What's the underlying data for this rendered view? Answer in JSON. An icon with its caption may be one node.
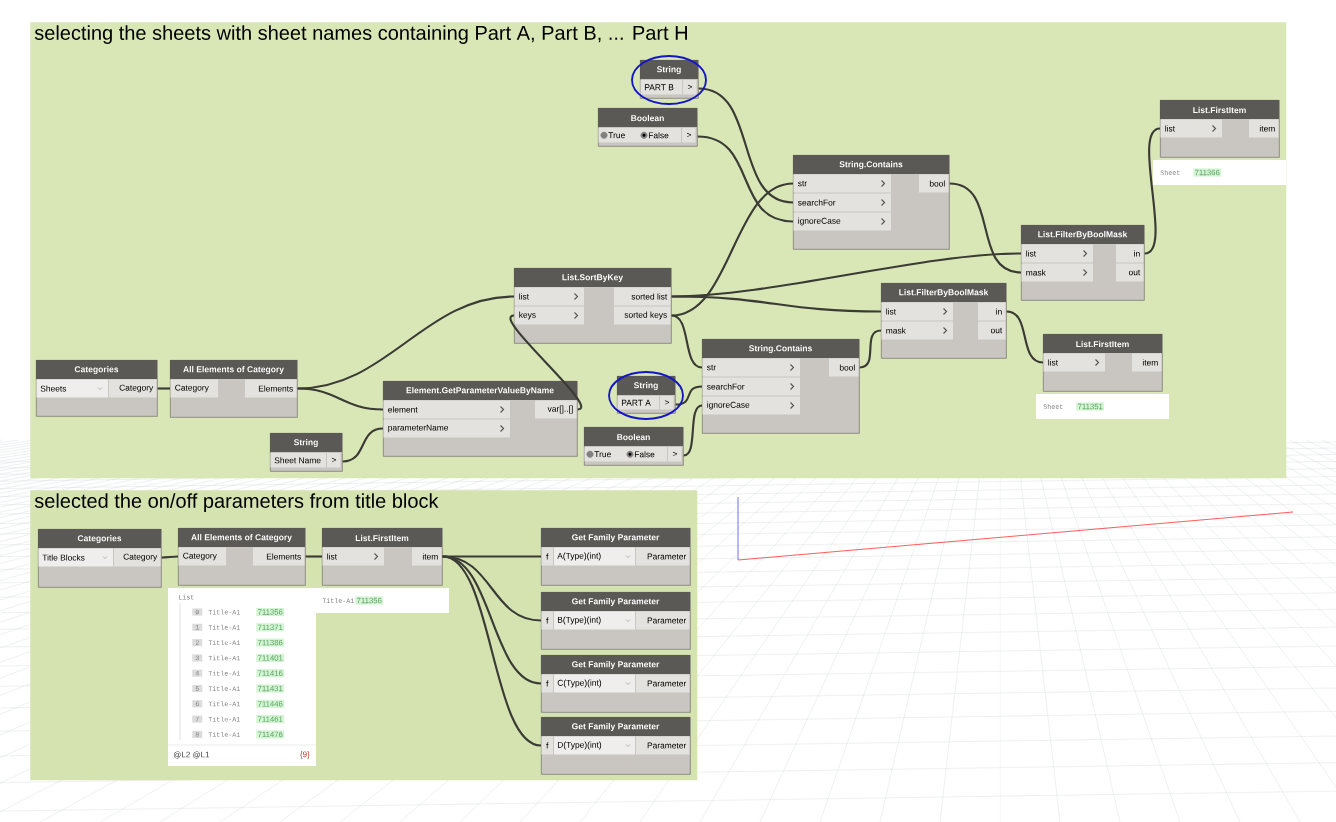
{
  "diagram": {
    "nodes": [
      {
        "text": [
          "selecting the sheets with sheet names containing Part A, Part B, ... Part H"
        ]
      },
      {
        "text": [
          "selected the on/off parameters from title block"
        ]
      },
      {
        "text": [
          "String",
          "PART B",
          ">"
        ],
        "in": 0
      },
      {
        "text": [
          "Boolean",
          "True",
          "False",
          ">"
        ],
        "in": 0
      },
      {
        "text": [
          "String.Contains",
          "str",
          "searchFor",
          "ignoreCase",
          "bool"
        ],
        "in": 0
      },
      {
        "text": [
          "List.FirstItem",
          "list",
          "item"
        ],
        "beside": [
          "Sheet",
          "711366"
        ],
        "in": 0
      },
      {
        "text": [
          "List.FilterByBoolMask",
          "list",
          "mask",
          "in",
          "out"
        ],
        "in": 0
      },
      {
        "text": [
          "List.SortByKey",
          "list",
          "keys",
          "sorted list",
          "sorted keys"
        ],
        "in": 0
      },
      {
        "text": [
          "List.FilterByBoolMask",
          "list",
          "mask",
          "in",
          "out"
        ],
        "in": 0
      },
      {
        "text": [
          "String.Contains",
          "str",
          "searchFor",
          "ignoreCase",
          "bool"
        ],
        "in": 0
      },
      {
        "text": [
          "List.FirstItem",
          "list",
          "item"
        ],
        "beside": [
          "Sheet",
          "711351"
        ],
        "in": 0
      },
      {
        "text": [
          "Categories",
          "Sheets",
          "Category"
        ],
        "in": 0
      },
      {
        "text": [
          "All Elements of Category",
          "Category",
          "Elements"
        ],
        "in": 0
      },
      {
        "text": [
          "Element.GetParameterValueByName",
          "element",
          "parameterName",
          "var[]..[]"
        ],
        "in": 0
      },
      {
        "text": [
          "String",
          "PART A",
          ">"
        ],
        "in": 0
      },
      {
        "text": [
          "String",
          "Sheet Name",
          ">"
        ],
        "in": 0
      },
      {
        "text": [
          "Boolean",
          "True",
          "False",
          ">"
        ],
        "in": 0
      },
      {
        "text": [
          "Categories",
          "Title Blocks",
          "Category"
        ],
        "in": 1
      },
      {
        "text": [
          "All Elements of Category",
          "Category",
          "Elements"
        ],
        "beside": [
          "List",
          "0",
          "Title-A1",
          "711356",
          "1",
          "Title-A1",
          "711371",
          "2",
          "Title-A1",
          "711386",
          "3",
          "Title-A1",
          "711401",
          "4",
          "Title-A1",
          "711416",
          "5",
          "Title-A1",
          "711431",
          "6",
          "Title-A1",
          "711446",
          "7",
          "Title-A1",
          "711461",
          "8",
          "Title-A1",
          "711476",
          "@L2 @L1",
          "{9}"
        ],
        "in": 1
      },
      {
        "text": [
          "List.FirstItem",
          "list",
          "item"
        ],
        "beside": [
          "Title-A1",
          "711356"
        ],
        "in": 1
      },
      {
        "text": [
          "Get Family Parameter",
          "f",
          "A(Type)(int)",
          "Parameter"
        ],
        "in": 1
      },
      {
        "text": [
          "Get Family Parameter",
          "f",
          "B(Type)(int)",
          "Parameter"
        ],
        "in": 1
      },
      {
        "text": [
          "Get Family Parameter",
          "f",
          "C(Type)(int)",
          "Parameter"
        ],
        "in": 1
      },
      {
        "text": [
          "Get Family Parameter",
          "f",
          "D(Type)(int)",
          "Parameter"
        ],
        "in": 1
      }
    ],
    "edges": [
      {
        "from": 11,
        "to": 12,
        "arrow": "none"
      },
      {
        "from": 12,
        "to": 7,
        "arrow": "none"
      },
      {
        "from": 12,
        "to": 13,
        "arrow": "none"
      },
      {
        "from": 15,
        "to": 13,
        "arrow": "none"
      },
      {
        "from": 13,
        "to": 7,
        "arrow": "none"
      },
      {
        "from": 7,
        "to": 6,
        "arrow": "none"
      },
      {
        "from": 7,
        "to": 8,
        "arrow": "none"
      },
      {
        "from": 7,
        "to": 4,
        "arrow": "none"
      },
      {
        "from": 7,
        "to": 9,
        "arrow": "none"
      },
      {
        "from": 2,
        "to": 4,
        "arrow": "none"
      },
      {
        "from": 3,
        "to": 4,
        "arrow": "none"
      },
      {
        "from": 4,
        "to": 6,
        "arrow": "none"
      },
      {
        "from": 6,
        "to": 5,
        "arrow": "none"
      },
      {
        "from": 14,
        "to": 9,
        "arrow": "none"
      },
      {
        "from": 16,
        "to": 9,
        "arrow": "none"
      },
      {
        "from": 9,
        "to": 8,
        "arrow": "none"
      },
      {
        "from": 8,
        "to": 10,
        "arrow": "none"
      },
      {
        "from": 17,
        "to": 18,
        "arrow": "none"
      },
      {
        "from": 18,
        "to": 19,
        "arrow": "none"
      },
      {
        "from": 19,
        "to": 20,
        "arrow": "none"
      },
      {
        "from": 19,
        "to": 21,
        "arrow": "none"
      },
      {
        "from": 19,
        "to": 22,
        "arrow": "none"
      },
      {
        "from": 19,
        "to": 23,
        "arrow": "none"
      }
    ]
  }
}
